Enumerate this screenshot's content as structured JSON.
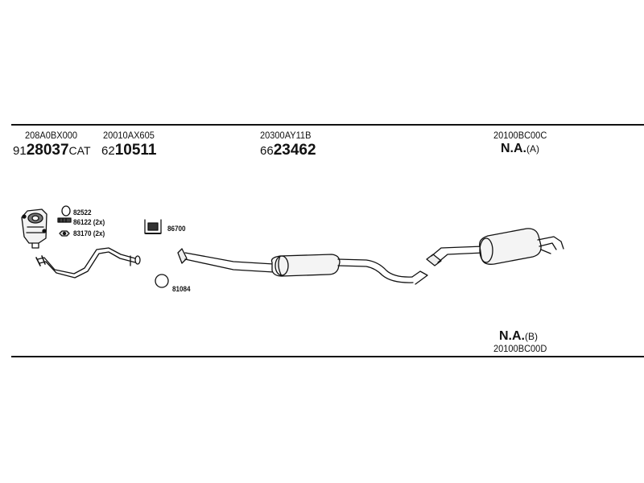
{
  "columns": [
    {
      "oe": "208A0BX000",
      "art_prefix": "91",
      "art_number": "28037",
      "art_suffix": "CAT"
    },
    {
      "oe": "20010AX605",
      "art_prefix": "62",
      "art_number": "10511",
      "art_suffix": ""
    },
    {
      "oe": "20300AY11B",
      "art_prefix": "66",
      "art_number": "23462",
      "art_suffix": ""
    },
    {
      "oe": "20100BC00C",
      "na": "N.A.",
      "variant": "(A)"
    }
  ],
  "bottom": {
    "na": "N.A.",
    "variant": "(B)",
    "oe": "20100BC00D"
  },
  "parts": {
    "p1": "82522",
    "p2": "86122 (2x)",
    "p3": "83170 (2x)",
    "p4": "86700",
    "p5": "81084"
  }
}
